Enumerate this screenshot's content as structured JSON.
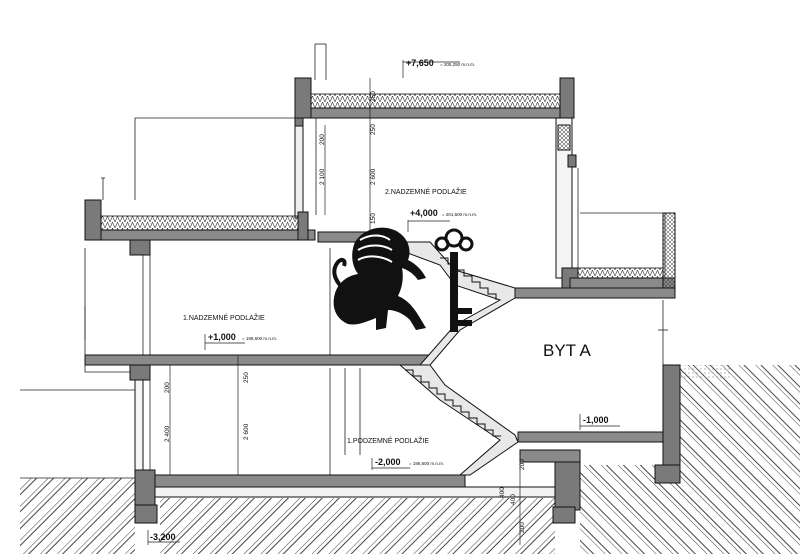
{
  "title": "BYT A",
  "floors": {
    "second": {
      "name": "2.NADZEMNÉ PODLAŽIE",
      "level": "+4,000",
      "abs": "= 201,600 m.n.m."
    },
    "first": {
      "name": "1.NADZEMNÉ PODLAŽIE",
      "level": "+1,000",
      "abs": "= 198,600 m.n.m."
    },
    "basement": {
      "name": "1.PODZEMNÉ PODLAŽIE",
      "level": "-2,000",
      "abs": "= 195,600 m.n.m."
    }
  },
  "levels": {
    "roof": "+7,650",
    "roof_abs": "= 205,250 m.n.m.",
    "garden": "-1,000",
    "footing": "-3,200"
  },
  "dims": {
    "d250a": "250",
    "d250b": "250",
    "d200a": "200",
    "d2100": "2 100",
    "d2600a": "2 600",
    "d150": "150",
    "d250c": "250",
    "d200b": "200",
    "d2400": "2 400",
    "d2600b": "2 600",
    "d200c": "200",
    "d400a": "400",
    "d400b": "400",
    "d200d": "200"
  },
  "logo": {
    "name": "lion-key-logo"
  }
}
